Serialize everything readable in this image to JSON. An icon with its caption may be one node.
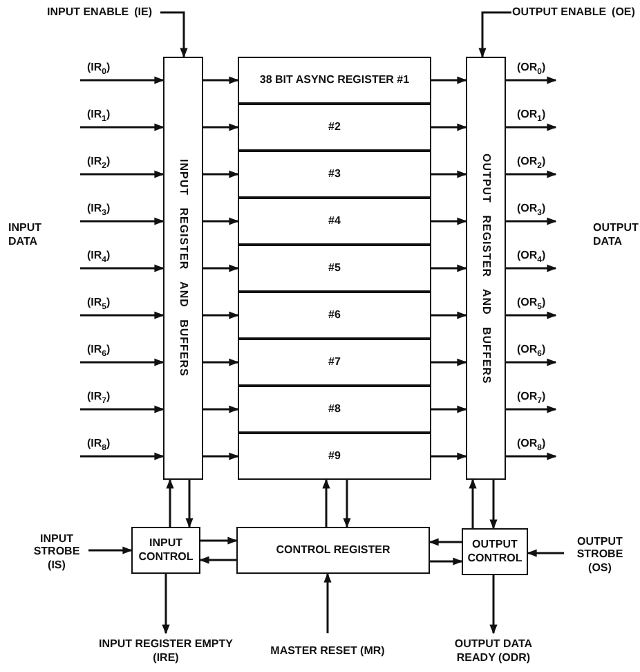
{
  "diagram": {
    "nodes": [
      {
        "text": [
          "INPUT REGISTER AND BUFFERS"
        ]
      },
      {
        "text": [
          "38 BIT ASYNC REGISTER #1"
        ]
      },
      {
        "text": [
          "#2"
        ]
      },
      {
        "text": [
          "#3"
        ]
      },
      {
        "text": [
          "#4"
        ]
      },
      {
        "text": [
          "#5"
        ]
      },
      {
        "text": [
          "#6"
        ]
      },
      {
        "text": [
          "#7"
        ]
      },
      {
        "text": [
          "#8"
        ]
      },
      {
        "text": [
          "#9"
        ]
      },
      {
        "text": [
          "OUTPUT REGISTER AND BUFFERS"
        ]
      },
      {
        "text": [
          "INPUT CONTROL"
        ]
      },
      {
        "text": [
          "CONTROL REGISTER"
        ]
      },
      {
        "text": [
          "OUTPUT CONTROL"
        ]
      },
      {
        "text": [
          "INPUT ENABLE",
          "(IE)"
        ]
      },
      {
        "text": [
          "OUTPUT ENABLE",
          "(OE)"
        ]
      },
      {
        "text": [
          "INPUT STROBE (IS)"
        ]
      },
      {
        "text": [
          "INPUT REGISTER EMPTY (IRE)"
        ]
      },
      {
        "text": [
          "MASTER RESET (MR)"
        ]
      },
      {
        "text": [
          "OUTPUT STROBE (OS)"
        ]
      },
      {
        "text": [
          "OUTPUT DATA READY (ODR)"
        ]
      }
    ],
    "edges": [
      {
        "from": 14,
        "to": 0,
        "arrow": "to"
      },
      {
        "from": null,
        "to": 0,
        "arrow": "to",
        "label": "(IR$_{0}$)"
      },
      {
        "from": null,
        "to": 0,
        "arrow": "to",
        "label": "(IR$_{1}$)"
      },
      {
        "from": null,
        "to": 0,
        "arrow": "to",
        "label": "(IR$_{2}$)"
      },
      {
        "from": null,
        "to": 0,
        "arrow": "to",
        "label": "(IR$_{3}$)"
      },
      {
        "from": null,
        "to": 0,
        "arrow": "to",
        "label": "(IR$_{4}$)"
      },
      {
        "from": null,
        "to": 0,
        "arrow": "to",
        "label": "(IR$_{5}$)"
      },
      {
        "from": null,
        "to": 0,
        "arrow": "to",
        "label": "(IR$_{6}$)"
      },
      {
        "from": null,
        "to": 0,
        "arrow": "to",
        "label": "(IR$_{7}$)"
      },
      {
        "from": null,
        "to": 0,
        "arrow": "to",
        "label": "(IR$_{8}$)"
      },
      {
        "from": 0,
        "to": 1,
        "arrow": "to"
      },
      {
        "from": 0,
        "to": 2,
        "arrow": "to"
      },
      {
        "from": 0,
        "to": 3,
        "arrow": "to"
      },
      {
        "from": 0,
        "to": 4,
        "arrow": "to"
      },
      {
        "from": 0,
        "to": 5,
        "arrow": "to"
      },
      {
        "from": 0,
        "to": 6,
        "arrow": "to"
      },
      {
        "from": 0,
        "to": 7,
        "arrow": "to"
      },
      {
        "from": 0,
        "to": 8,
        "arrow": "to"
      },
      {
        "from": 0,
        "to": 9,
        "arrow": "to"
      },
      {
        "from": 1,
        "to": 10,
        "arrow": "to"
      },
      {
        "from": 2,
        "to": 10,
        "arrow": "to"
      },
      {
        "from": 3,
        "to": 10,
        "arrow": "to"
      },
      {
        "from": 4,
        "to": 10,
        "arrow": "to"
      },
      {
        "from": 5,
        "to": 10,
        "arrow": "to"
      },
      {
        "from": 6,
        "to": 10,
        "arrow": "to"
      },
      {
        "from": 7,
        "to": 10,
        "arrow": "to"
      },
      {
        "from": 8,
        "to": 10,
        "arrow": "to"
      },
      {
        "from": 9,
        "to": 10,
        "arrow": "to"
      },
      {
        "from": 10,
        "to": null,
        "arrow": "to",
        "label": "(OR$_{0}$)"
      },
      {
        "from": 10,
        "to": null,
        "arrow": "to",
        "label": "(OR$_{1}$)"
      },
      {
        "from": 10,
        "to": null,
        "arrow": "to",
        "label": "(OR$_{2}$)"
      },
      {
        "from": 10,
        "to": null,
        "arrow": "to",
        "label": "(OR$_{3}$)"
      },
      {
        "from": 10,
        "to": null,
        "arrow": "to",
        "label": "(OR$_{4}$)"
      },
      {
        "from": 10,
        "to": null,
        "arrow": "to",
        "label": "(OR$_{5}$)"
      },
      {
        "from": 10,
        "to": null,
        "arrow": "to",
        "label": "(OR$_{6}$)"
      },
      {
        "from": 10,
        "to": null,
        "arrow": "to",
        "label": "(OR$_{7}$)"
      },
      {
        "from": 10,
        "to": null,
        "arrow": "to",
        "label": "(OR$_{8}$)"
      },
      {
        "from": 15,
        "to": 10,
        "arrow": "to"
      },
      {
        "from": 11,
        "to": 0,
        "arrow": "to"
      },
      {
        "from": 0,
        "to": 11,
        "arrow": "to"
      },
      {
        "from": 16,
        "to": 11,
        "arrow": "to"
      },
      {
        "from": 11,
        "to": 17,
        "arrow": "to"
      },
      {
        "from": 11,
        "to": 12,
        "arrow": "to"
      },
      {
        "from": 12,
        "to": 11,
        "arrow": "to"
      },
      {
        "from": 12,
        "to": 9,
        "arrow": "to"
      },
      {
        "from": 9,
        "to": 12,
        "arrow": "to"
      },
      {
        "from": 18,
        "to": 12,
        "arrow": "to"
      },
      {
        "from": 13,
        "to": 10,
        "arrow": "to"
      },
      {
        "from": 10,
        "to": 13,
        "arrow": "to"
      },
      {
        "from": 13,
        "to": 12,
        "arrow": "to"
      },
      {
        "from": 12,
        "to": 13,
        "arrow": "to"
      },
      {
        "from": 19,
        "to": 13,
        "arrow": "to"
      },
      {
        "from": 13,
        "to": 20,
        "arrow": "to"
      }
    ],
    "labels": [
      "INPUT DATA",
      "OUTPUT DATA"
    ]
  }
}
